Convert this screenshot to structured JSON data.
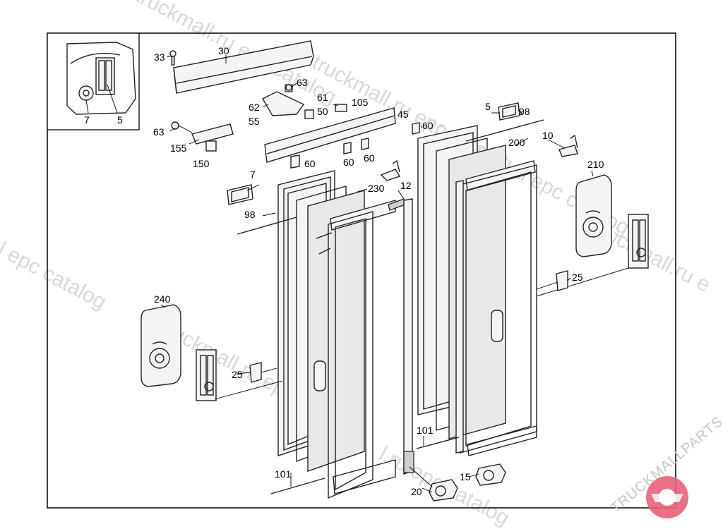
{
  "callouts": {
    "c33": "33",
    "c30": "30",
    "c63a": "63",
    "c62": "62",
    "c61": "61",
    "c55": "55",
    "c50": "50",
    "c105": "105",
    "c45": "45",
    "c63b": "63",
    "c155": "155",
    "c150": "150",
    "c60a": "60",
    "c60b": "60",
    "c60c": "60",
    "c60d": "60",
    "c7": "7",
    "c98a": "98",
    "c230": "230",
    "c12": "12",
    "c5": "5",
    "c98b": "98",
    "c200": "200",
    "c10": "10",
    "c210": "210",
    "c240": "240",
    "c25a": "25",
    "c25b": "25",
    "c101a": "101",
    "c101b": "101",
    "c15": "15",
    "c20": "20",
    "inset7": "7",
    "inset5": "5"
  },
  "watermarks": {
    "w1": "truckmall.ru epc catalog",
    "w2": "truckmall.ru epc catalog",
    "w3": "l epc catalog",
    "w4": "truckmall.ru epc catalog",
    "w5": "truckmall.ru e",
    "w6": "truckmall.ru epc catalog",
    "w7": "l.ru epc catalog"
  },
  "logo": {
    "text": "TRUCKMALLPARTS"
  }
}
